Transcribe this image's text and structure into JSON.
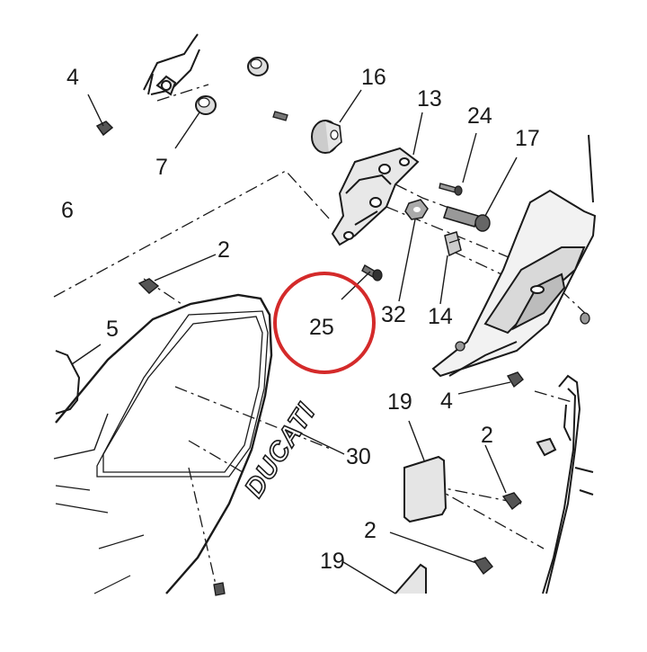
{
  "diagram": {
    "part_labels": {
      "p4_top": "4",
      "p7": "7",
      "p16": "16",
      "p13": "13",
      "p24": "24",
      "p17": "17",
      "p6": "6",
      "p2_upper": "2",
      "p5": "5",
      "p25": "25",
      "p32": "32",
      "p14": "14",
      "p19_right": "19",
      "p4_right": "4",
      "p2_right": "2",
      "p30": "30",
      "p2_lower": "2",
      "p19_lower": "19"
    },
    "brand_decal": "DUCATI",
    "highlight_color": "#d42a2a",
    "line_color": "#1a1a1a"
  }
}
